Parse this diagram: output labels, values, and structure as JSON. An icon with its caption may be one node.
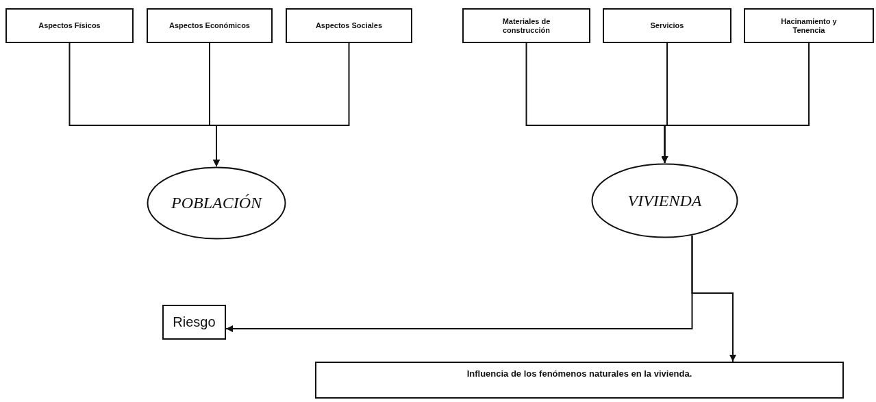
{
  "diagram": {
    "nodes": [
      {
        "text": [
          "Aspectos Físicos"
        ]
      },
      {
        "text": [
          "Aspectos Económicos"
        ]
      },
      {
        "text": [
          "Aspectos Sociales"
        ]
      },
      {
        "text": [
          "Materiales de construcción"
        ]
      },
      {
        "text": [
          "Servicios"
        ]
      },
      {
        "text": [
          "Hacinamiento y Tenencia"
        ]
      },
      {
        "text": [
          "POBLACIÓN"
        ]
      },
      {
        "text": [
          "VIVIENDA"
        ]
      },
      {
        "text": [
          "Riesgo"
        ]
      },
      {
        "text": [
          "Influencia de los fenómenos naturales en la vivienda."
        ]
      }
    ],
    "edges": [
      {
        "from": 0,
        "to": 6,
        "arrow": "to"
      },
      {
        "from": 1,
        "to": 6,
        "arrow": "to"
      },
      {
        "from": 2,
        "to": 6,
        "arrow": "to"
      },
      {
        "from": 3,
        "to": 7,
        "arrow": "to"
      },
      {
        "from": 4,
        "to": 7,
        "arrow": "to"
      },
      {
        "from": 5,
        "to": 7,
        "arrow": "to"
      },
      {
        "from": 7,
        "to": 8,
        "arrow": "to"
      },
      {
        "from": 7,
        "to": 9,
        "arrow": "to"
      }
    ]
  }
}
